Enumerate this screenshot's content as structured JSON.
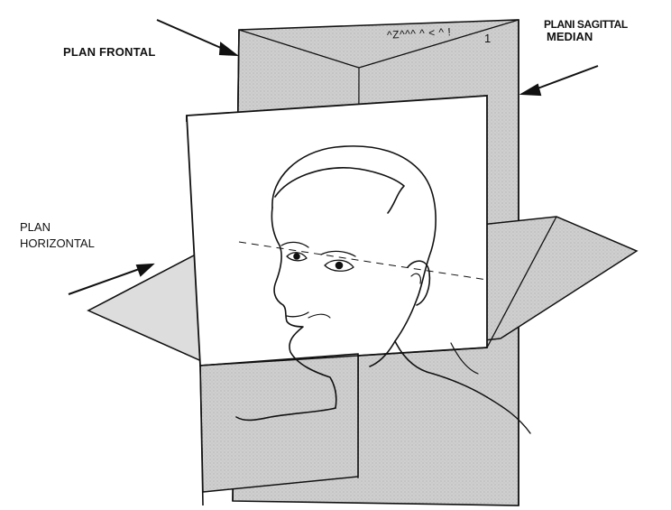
{
  "labels": {
    "frontal": "PLAN  FRONTAL",
    "sagittal_line1": "PLANI SAGITTAL",
    "sagittal_line2": "MEDIAN",
    "horizontal_line1": "PLAN",
    "horizontal_line2": "HORIZONTAL",
    "scan_artifact_1": "^Z^^^   ^  <  ^  !",
    "scan_artifact_2": "1"
  },
  "colors": {
    "ink": "#111111",
    "plane_shade": "#d2d2d2",
    "plane_fill": "#ffffff",
    "background": "#ffffff"
  },
  "icons": {
    "arrows": "arrow-icon"
  }
}
